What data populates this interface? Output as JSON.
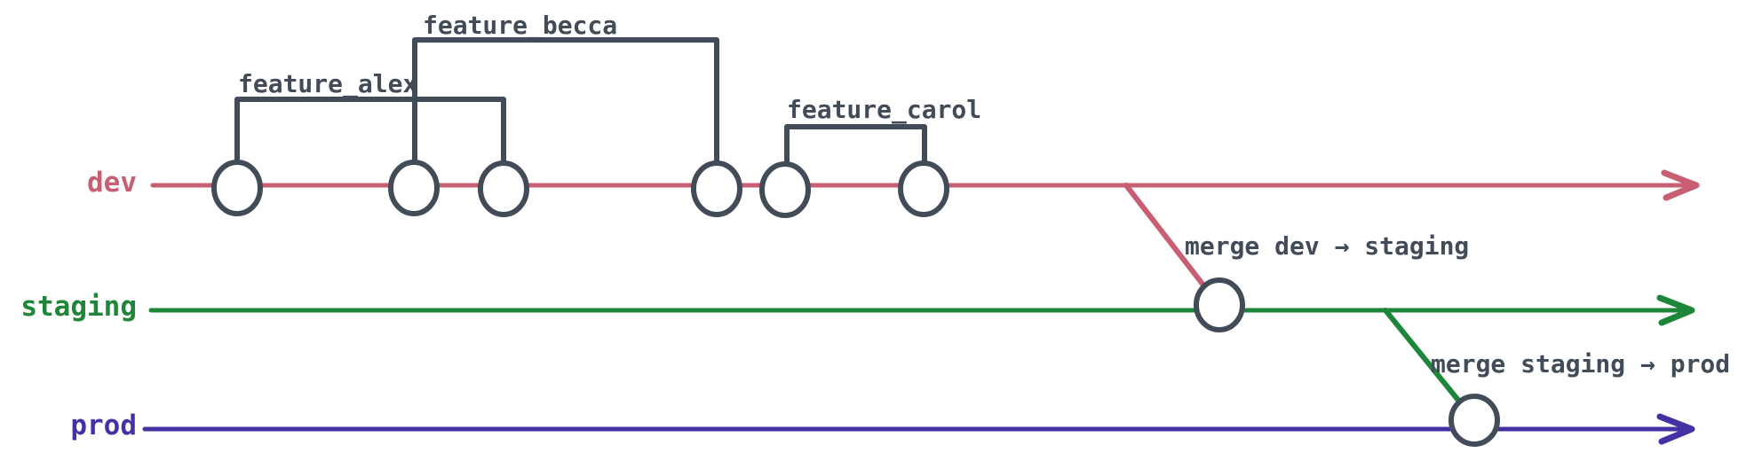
{
  "diagram": {
    "title_hint": "git branch flow diagram",
    "ink": "#424b58",
    "commit_fill": "#ffffff",
    "branches": [
      {
        "name": "dev",
        "color": "#c75e72",
        "commit_count": 6
      },
      {
        "name": "staging",
        "color": "#1d8639",
        "commit_count": 1
      },
      {
        "name": "prod",
        "color": "#4431a4",
        "commit_count": 1
      }
    ],
    "features": [
      {
        "label": "feature_alex",
        "branch": "dev",
        "from_commit": 1,
        "to_commit": 3
      },
      {
        "label": "feature_becca",
        "branch": "dev",
        "from_commit": 2,
        "to_commit": 4
      },
      {
        "label": "feature_carol",
        "branch": "dev",
        "from_commit": 5,
        "to_commit": 6
      }
    ],
    "merges": [
      {
        "label": "merge dev → staging",
        "from": "dev",
        "to": "staging"
      },
      {
        "label": "merge staging → prod",
        "from": "staging",
        "to": "prod"
      }
    ]
  }
}
